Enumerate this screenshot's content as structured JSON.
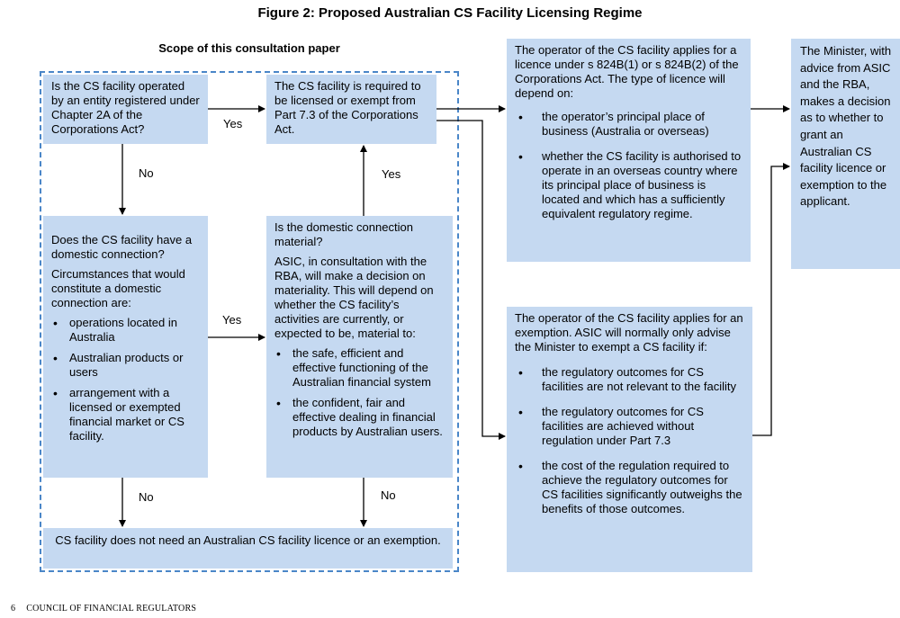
{
  "title": "Figure 2: Proposed Australian CS Facility Licensing Regime",
  "scope_label": "Scope of this consultation paper",
  "q_chapter2a": "Is the CS facility operated by an entity registered under Chapter 2A of the Corporations Act?",
  "required_licensed": "The CS facility is required to be licensed or exempt from Part 7.3 of the Corporations Act.",
  "domestic_connection": {
    "question": "Does the CS facility have a domestic connection?",
    "intro": "Circumstances that would constitute a domestic connection are:",
    "items": [
      "operations located in Australia",
      "Australian products or users",
      "arrangement with a licensed or exempted financial market or CS facility."
    ]
  },
  "materiality": {
    "question": "Is the domestic connection material?",
    "intro": "ASIC, in consultation with the RBA, will make a decision on materiality. This will depend on whether the CS facility’s activities are currently, or expected to be, material to:",
    "items": [
      "the safe, efficient and effective functioning of the Australian financial system",
      "the confident, fair and effective dealing in financial products by Australian users."
    ]
  },
  "no_licence": "CS facility does not need an Australian CS facility licence or an exemption.",
  "licence_application": {
    "intro": "The operator of the CS facility applies for a licence under s 824B(1) or s 824B(2) of the Corporations Act. The type of licence will depend on:",
    "items": [
      "the operator’s principal place of business (Australia or overseas)",
      "whether the CS facility is authorised to operate in an overseas country where its principal place of business is located and which has a sufficiently equivalent regulatory regime."
    ]
  },
  "exemption_application": {
    "intro": "The operator of the CS facility applies for an exemption. ASIC will normally only advise the Minister to exempt a CS facility if:",
    "items": [
      "the regulatory outcomes for CS facilities are not relevant to the facility",
      "the regulatory outcomes for CS facilities are achieved without regulation under Part 7.3",
      "the cost of the regulation required to achieve the regulatory outcomes for CS facilities significantly outweighs the benefits of those outcomes."
    ]
  },
  "minister": "The Minister, with advice from ASIC and the RBA, makes a decision as to whether to grant an Australian CS facility licence or exemption to the applicant.",
  "labels": {
    "yes_top": "Yes",
    "yes_up": "Yes",
    "yes_mid": "Yes",
    "no_left_top": "No",
    "no_left_bottom": "No",
    "no_right_bottom": "No"
  },
  "footer": {
    "page": "6",
    "org": "COUNCIL OF FINANCIAL REGULATORS"
  },
  "colors": {
    "box_fill": "#c5d9f1",
    "dashed_border": "#4a86c8",
    "arrow": "#000000"
  }
}
